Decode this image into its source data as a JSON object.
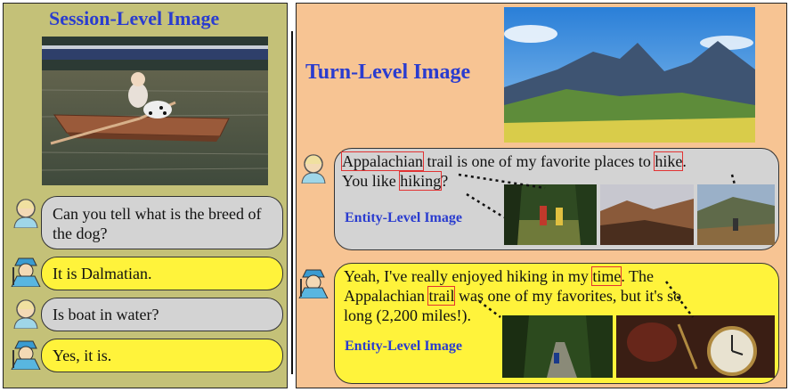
{
  "session": {
    "title": "Session-Level Image",
    "dialogue": [
      {
        "speaker": "user",
        "text": "Can you tell what is the breed of the dog?"
      },
      {
        "speaker": "bot",
        "text": "It is Dalmatian."
      },
      {
        "speaker": "user",
        "text": "Is boat in water?"
      },
      {
        "speaker": "bot",
        "text": "Yes, it is."
      }
    ]
  },
  "turn": {
    "title": "Turn-Level Image",
    "user_turn": {
      "pre": "",
      "w1": "Appalachian",
      "mid1": " trail is one of my favorite places to ",
      "w2": "hike",
      "mid2": ".",
      "line2_pre": "You like ",
      "w3": "hiking",
      "line2_post": "?"
    },
    "bot_turn": {
      "pre": "Yeah, I've really enjoyed hiking in my ",
      "w1": "time",
      "post1": ". The",
      "line2_pre": "Appalachian ",
      "w2": "trail",
      "line2_post": " was one of my favorites, but it's so",
      "line3": "long (2,200 miles!)."
    },
    "entity_label": "Entity-Level Image"
  },
  "colors": {
    "left_bg": "#c4c178",
    "right_bg": "#f7c493",
    "title_blue": "#2a3ccf",
    "user_bubble": "#d3d3d3",
    "bot_bubble": "#fff33b",
    "highlight_red": "#e23333"
  }
}
